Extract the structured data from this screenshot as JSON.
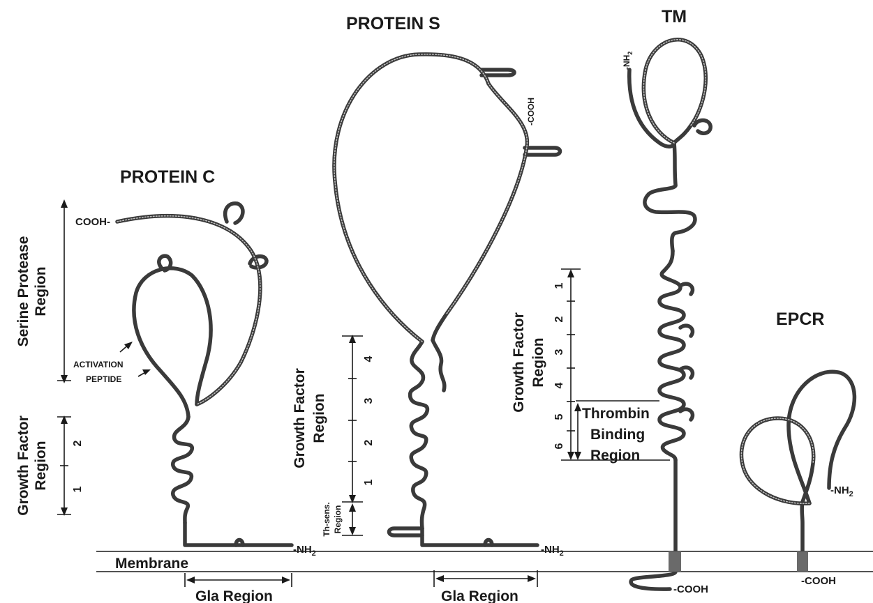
{
  "proteins": {
    "protein_c": {
      "title": "PROTEIN C",
      "cooh": "COOH-",
      "nh2": "-NH",
      "nh2_sub": "2",
      "serine_region": [
        "Serine Protease",
        "Region"
      ],
      "growth_region": [
        "Growth Factor",
        "Region"
      ],
      "growth_ticks": [
        "1",
        "2"
      ],
      "activation": [
        "ACTIVATION",
        "PEPTIDE"
      ],
      "gla": "Gla Region"
    },
    "protein_s": {
      "title": "PROTEIN S",
      "cooh": "-COOH",
      "nh2": "-NH",
      "nh2_sub": "2",
      "growth_region": [
        "Growth Factor",
        "Region"
      ],
      "growth_ticks": [
        "1",
        "2",
        "3",
        "4"
      ],
      "thsens": [
        "Th-sens.",
        "Region"
      ],
      "gla": "Gla Region"
    },
    "tm": {
      "title": "TM",
      "nh2": "-NH",
      "nh2_sub": "2",
      "cooh": "-COOH",
      "growth_region": [
        "Growth Factor",
        "Region"
      ],
      "growth_ticks": [
        "1",
        "2",
        "3",
        "4",
        "5",
        "6"
      ],
      "thrombin": [
        "Thrombin",
        "Binding",
        "Region"
      ]
    },
    "epcr": {
      "title": "EPCR",
      "nh2": "-NH",
      "nh2_sub": "2",
      "cooh": "-COOH"
    }
  },
  "membrane_label": "Membrane"
}
